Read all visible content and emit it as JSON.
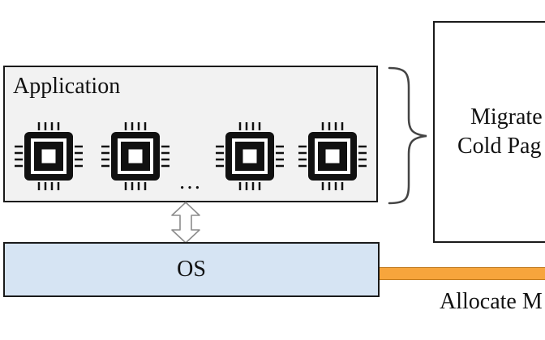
{
  "application": {
    "label": "Application",
    "ellipsis": "…"
  },
  "os": {
    "label": "OS"
  },
  "migrate": {
    "line1": "Migrate",
    "line2": "Cold Pag"
  },
  "allocate": {
    "label": "Allocate M"
  },
  "icons": {
    "processor": "cpu-chip-icon",
    "double_arrow": "up-down-arrow-icon",
    "brace": "right-curly-brace"
  },
  "colors": {
    "app_fill": "#f2f2f2",
    "os_fill": "#d6e4f3",
    "connector": "#f7a53c",
    "stroke": "#1a1a1a"
  }
}
